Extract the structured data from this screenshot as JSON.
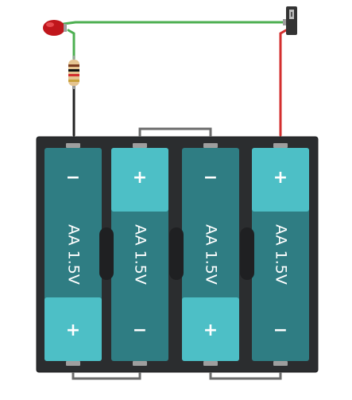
{
  "circuit": {
    "colors": {
      "background": "#ffffff",
      "holder": "#2b2d2f",
      "holder_edge": "#1c1d1f",
      "cell_dark": "#2f7d83",
      "cell_light": "#4dbfc6",
      "terminal_text": "#ffffff",
      "wire_green": "#4caf50",
      "wire_red": "#d32f2f",
      "wire_black": "#222222",
      "wire_gray": "#6b6b6b",
      "led_red": "#c0161c",
      "resistor_body": "#e5c490",
      "switch_body": "#333333"
    },
    "components": {
      "led": {
        "icon": "led-icon"
      },
      "resistor": {
        "icon": "resistor-icon",
        "bands": [
          "#7a3b1e",
          "#111111",
          "#d32f2f",
          "#c9a13a"
        ]
      },
      "switch": {
        "icon": "slide-switch-icon"
      }
    },
    "batteries": [
      {
        "label": "AA 1.5V",
        "top_sign": "−",
        "bottom_sign": "+",
        "plus_end": "bottom"
      },
      {
        "label": "AA 1.5V",
        "top_sign": "+",
        "bottom_sign": "−",
        "plus_end": "top"
      },
      {
        "label": "AA 1.5V",
        "top_sign": "−",
        "bottom_sign": "+",
        "plus_end": "bottom"
      },
      {
        "label": "AA 1.5V",
        "top_sign": "+",
        "bottom_sign": "−",
        "plus_end": "top"
      }
    ]
  }
}
